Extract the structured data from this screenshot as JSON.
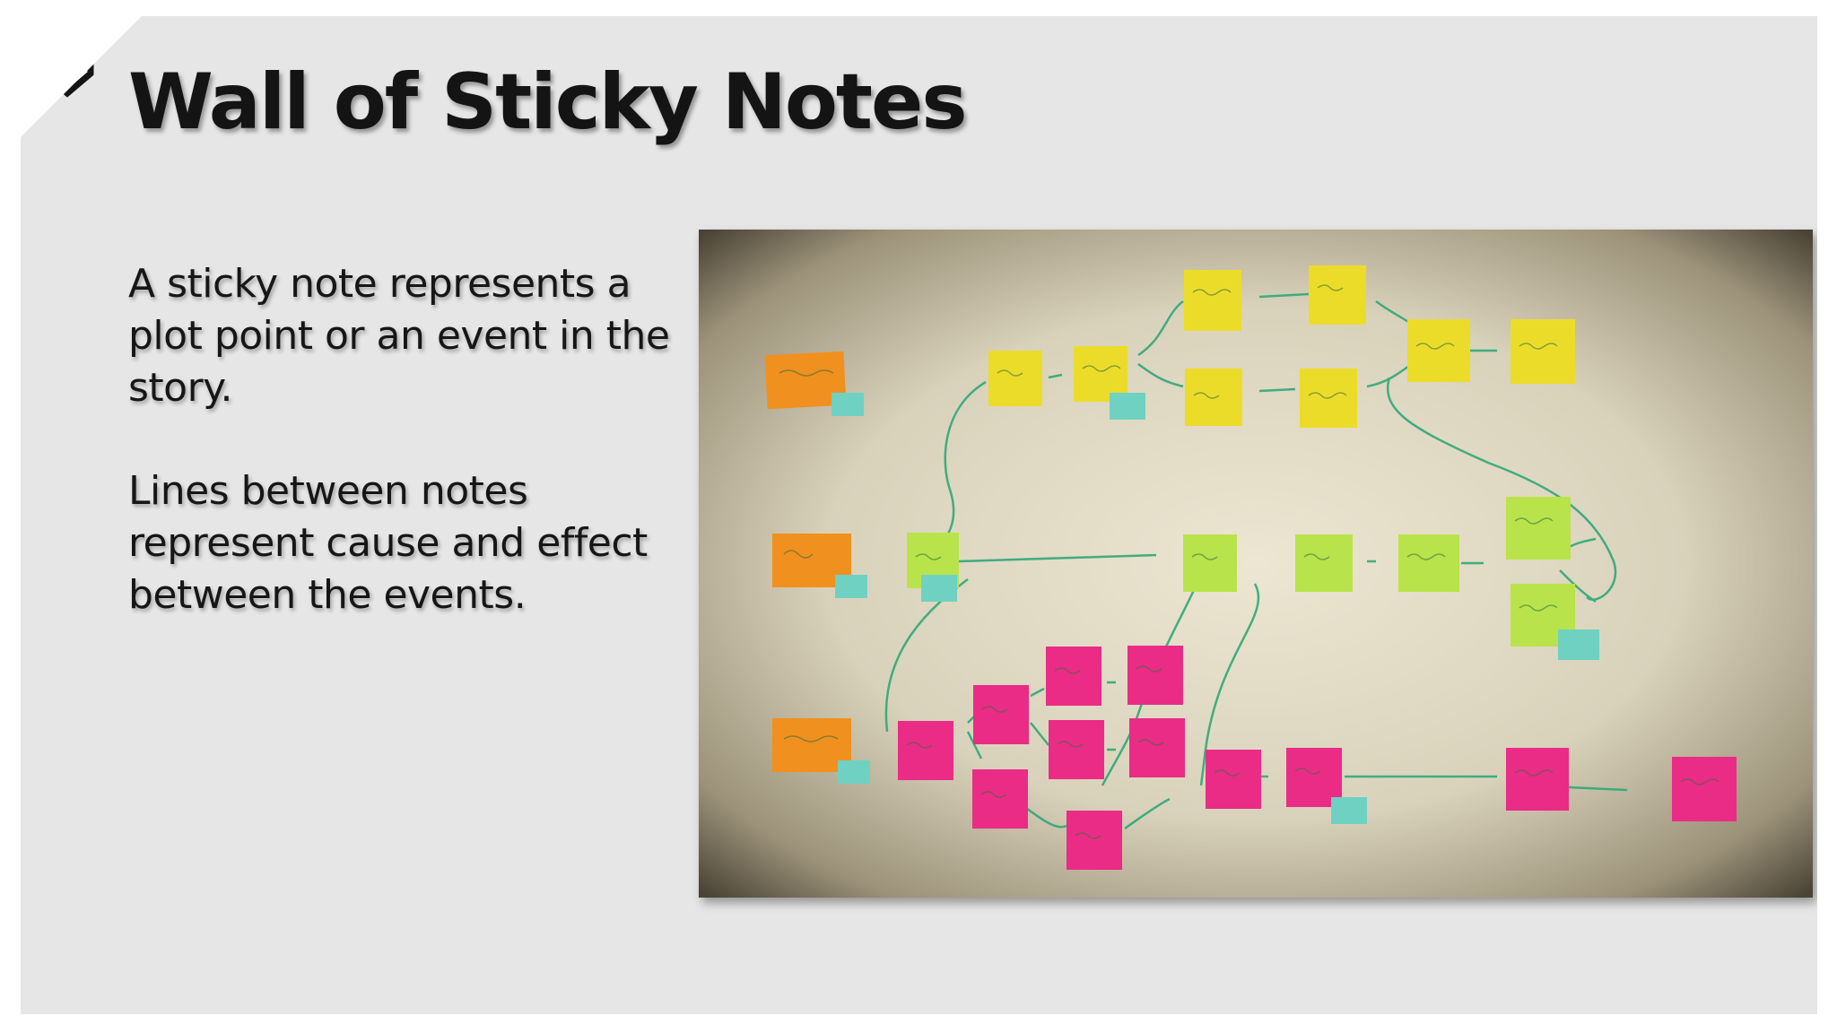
{
  "slide": {
    "title": "Wall of Sticky Notes",
    "paragraphs": [
      "A sticky note represents a plot point or an event in the story.",
      "Lines between notes represent cause and effect between the events."
    ],
    "logo_icon": "chevron-shield-logo-icon",
    "photo_icon": "sticky-note-wall-photo"
  },
  "colors": {
    "slide_bg": "#e6e6e6",
    "title": "#141414",
    "wall": "#ddd6c0",
    "note_orange": "#f0901f",
    "note_yellow": "#ecdc2a",
    "note_lime": "#b9e34a",
    "note_pink": "#ea2c86",
    "note_teal": "#6fd1c2",
    "line": "#2fa877"
  }
}
